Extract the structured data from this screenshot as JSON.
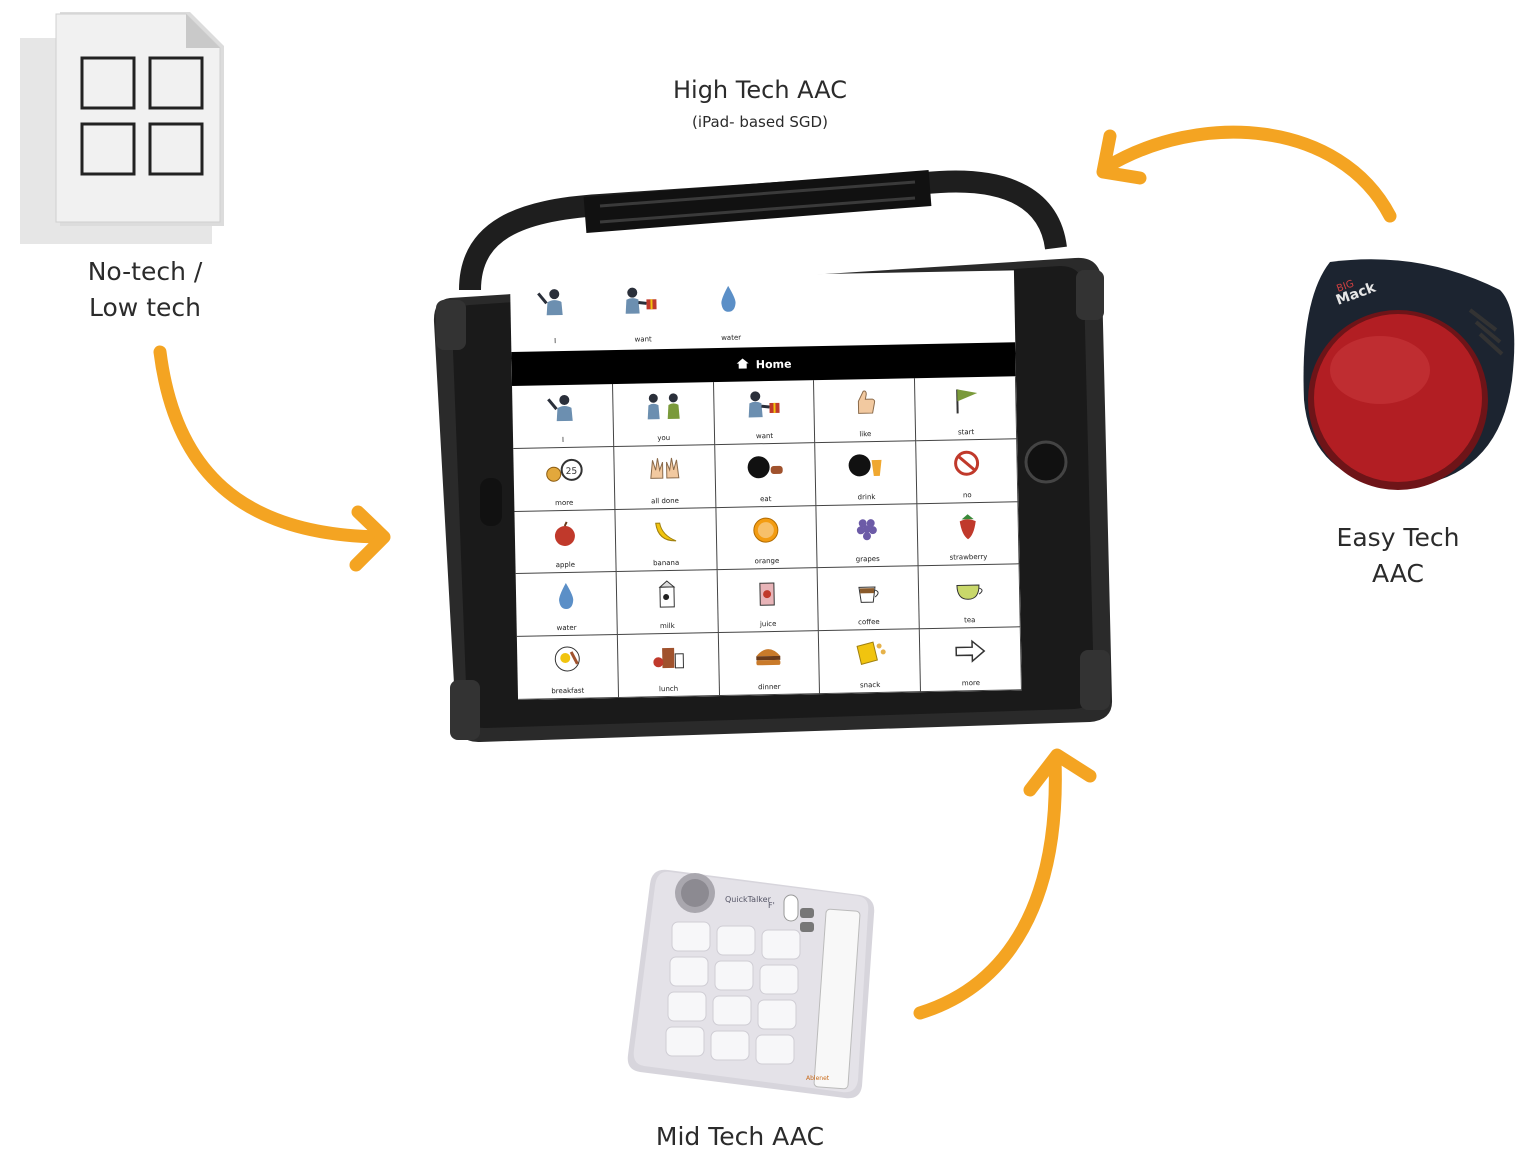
{
  "colors": {
    "arrow": "#F4A422",
    "tablet": "#2a2a2a",
    "button_red": "#B21E23",
    "button_base": "#1c2430"
  },
  "labels": {
    "high_title": "High Tech AAC",
    "high_sub": "(iPad- based SGD)",
    "low_line1": "No-tech /",
    "low_line2": "Low tech",
    "easy_line1": "Easy Tech",
    "easy_line2": "AAC",
    "mid": "Mid Tech AAC"
  },
  "bigmack": {
    "brand_top": "BIG",
    "brand": "Mack"
  },
  "quicktalker": {
    "brand": "QuickTalker",
    "model": "F'",
    "maker": "Ablenet",
    "pad_count": 12
  },
  "tablet": {
    "home_label": "Home",
    "home_icon": "house-icon",
    "sentence": [
      {
        "label": "I",
        "icon": "person-waving-icon"
      },
      {
        "label": "want",
        "icon": "person-gift-icon"
      },
      {
        "label": "water",
        "icon": "water-drop-icon"
      }
    ],
    "cells": [
      {
        "label": "I",
        "icon": "person-waving-icon"
      },
      {
        "label": "you",
        "icon": "two-people-icon"
      },
      {
        "label": "want",
        "icon": "person-gift-icon"
      },
      {
        "label": "like",
        "icon": "thumbs-up-icon"
      },
      {
        "label": "start",
        "icon": "flag-icon"
      },
      {
        "label": "more",
        "icon": "coins-icon"
      },
      {
        "label": "all done",
        "icon": "hands-icon"
      },
      {
        "label": "eat",
        "icon": "eat-icon"
      },
      {
        "label": "drink",
        "icon": "drink-icon"
      },
      {
        "label": "no",
        "icon": "no-sign-icon"
      },
      {
        "label": "apple",
        "icon": "apple-icon"
      },
      {
        "label": "banana",
        "icon": "banana-icon"
      },
      {
        "label": "orange",
        "icon": "orange-icon"
      },
      {
        "label": "grapes",
        "icon": "grapes-icon"
      },
      {
        "label": "strawberry",
        "icon": "strawberry-icon"
      },
      {
        "label": "water",
        "icon": "water-drop-icon"
      },
      {
        "label": "milk",
        "icon": "milk-icon"
      },
      {
        "label": "juice",
        "icon": "juice-icon"
      },
      {
        "label": "coffee",
        "icon": "coffee-icon"
      },
      {
        "label": "tea",
        "icon": "tea-icon"
      },
      {
        "label": "breakfast",
        "icon": "breakfast-icon"
      },
      {
        "label": "lunch",
        "icon": "lunch-icon"
      },
      {
        "label": "dinner",
        "icon": "burger-icon"
      },
      {
        "label": "snack",
        "icon": "snack-icon"
      },
      {
        "label": "more",
        "icon": "arrow-right-icon"
      }
    ]
  }
}
